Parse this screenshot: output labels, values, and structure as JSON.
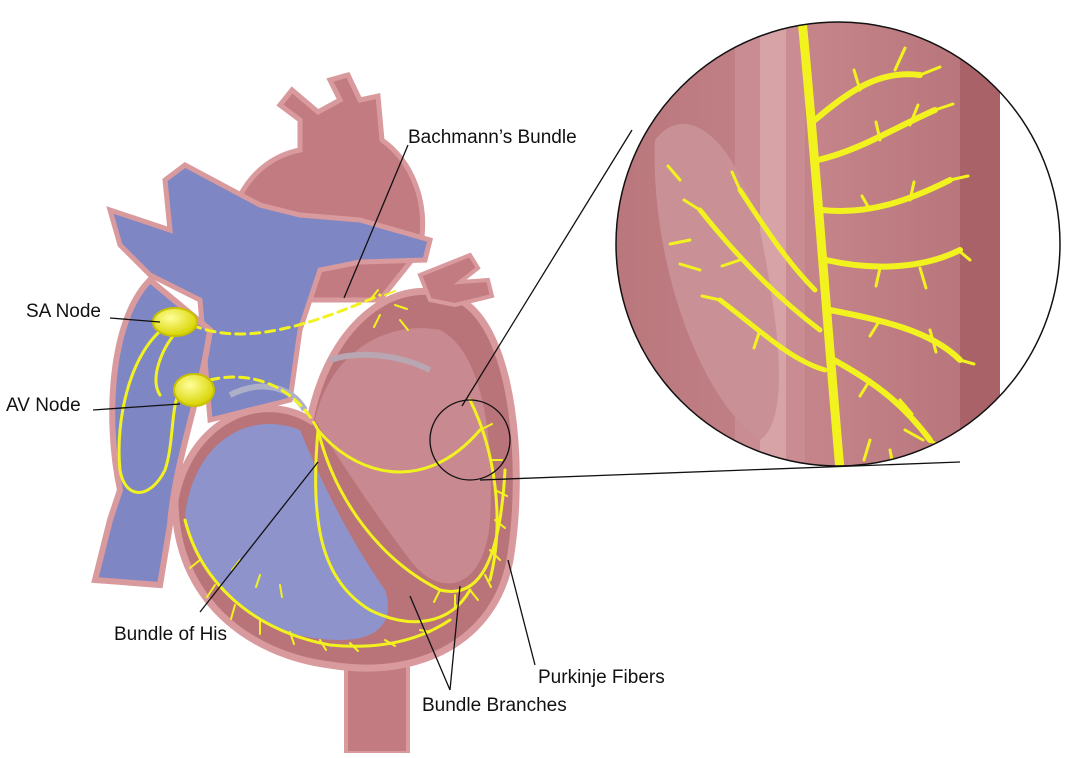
{
  "labels": {
    "sa_node": "SA Node",
    "av_node": "AV Node",
    "bachmanns_bundle": "Bachmann’s Bundle",
    "bundle_of_his": "Bundle of His",
    "purkinje_fibers": "Purkinje Fibers",
    "bundle_branches": "Bundle Branches"
  },
  "colors": {
    "conduction": "#f2f21e",
    "vein_blue": "#7f86c4",
    "tissue_pink": "#c27b80",
    "tissue_dark": "#a8666c",
    "outline": "#d99a9e",
    "leader": "#111111"
  }
}
